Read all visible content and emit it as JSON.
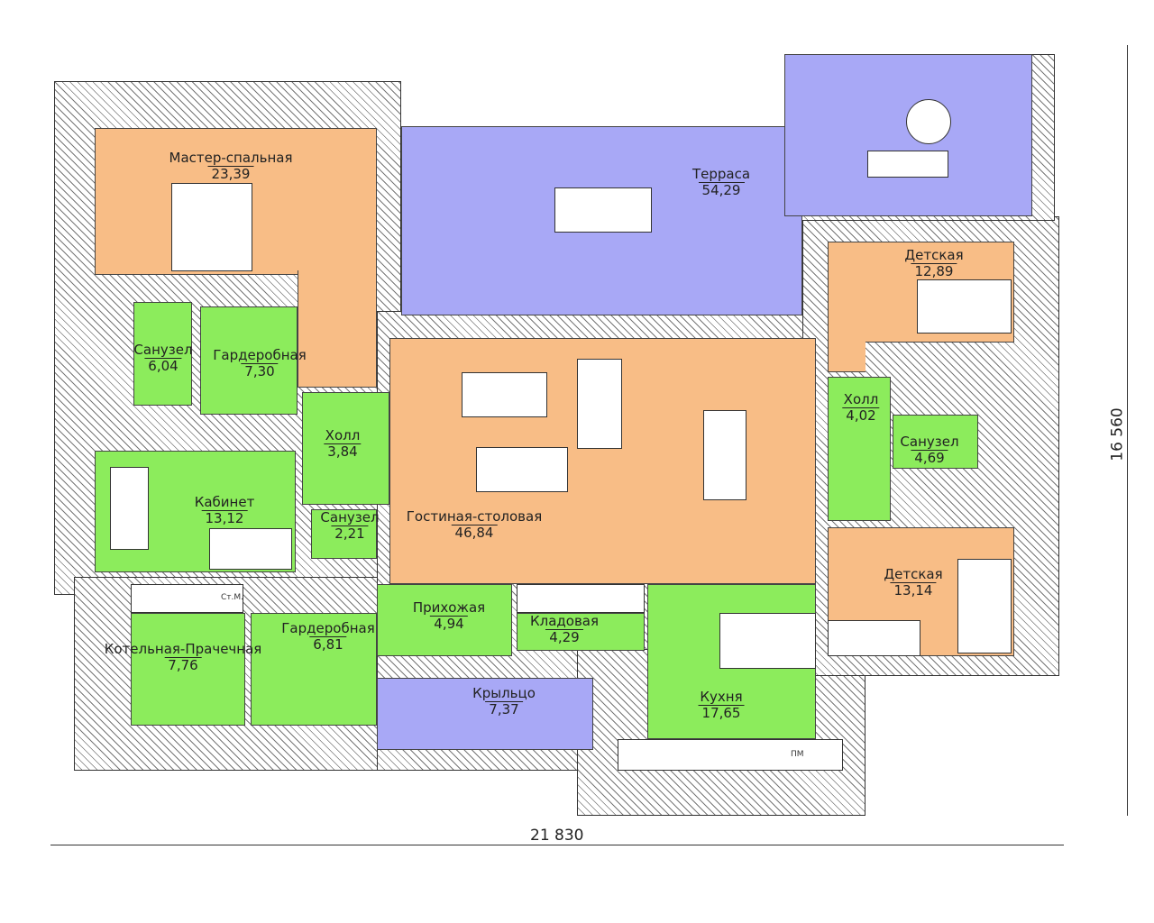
{
  "rooms": [
    {
      "name": "Мастер-спальная",
      "area": "23,39"
    },
    {
      "name": "Терраса",
      "area": "54,29"
    },
    {
      "name": "Детская",
      "area": "12,89"
    },
    {
      "name": "Санузел",
      "area": "6,04"
    },
    {
      "name": "Гардеробная",
      "area": "7,30"
    },
    {
      "name": "Холл",
      "area": "3,84"
    },
    {
      "name": "Холл",
      "area": "4,02"
    },
    {
      "name": "Санузел",
      "area": "4,69"
    },
    {
      "name": "Кабинет",
      "area": "13,12"
    },
    {
      "name": "Санузел",
      "area": "2,21"
    },
    {
      "name": "Гостиная-столовая",
      "area": "46,84"
    },
    {
      "name": "Детская",
      "area": "13,14"
    },
    {
      "name": "Прихожая",
      "area": "4,94"
    },
    {
      "name": "Кладовая",
      "area": "4,29"
    },
    {
      "name": "Гардеробная",
      "area": "6,81"
    },
    {
      "name": "Котельная-Прачечная",
      "area": "7,76"
    },
    {
      "name": "Крыльцо",
      "area": "7,37"
    },
    {
      "name": "Кухня",
      "area": "17,65"
    }
  ],
  "fixtures": {
    "washing_machine": "Ст.М.",
    "dishwasher": "ПМ"
  },
  "dimensions": {
    "width": "21 830",
    "height": "16 560"
  },
  "colors": {
    "living": "#f8bd86",
    "service": "#8cec5c",
    "outdoor": "#a8a8f6"
  }
}
